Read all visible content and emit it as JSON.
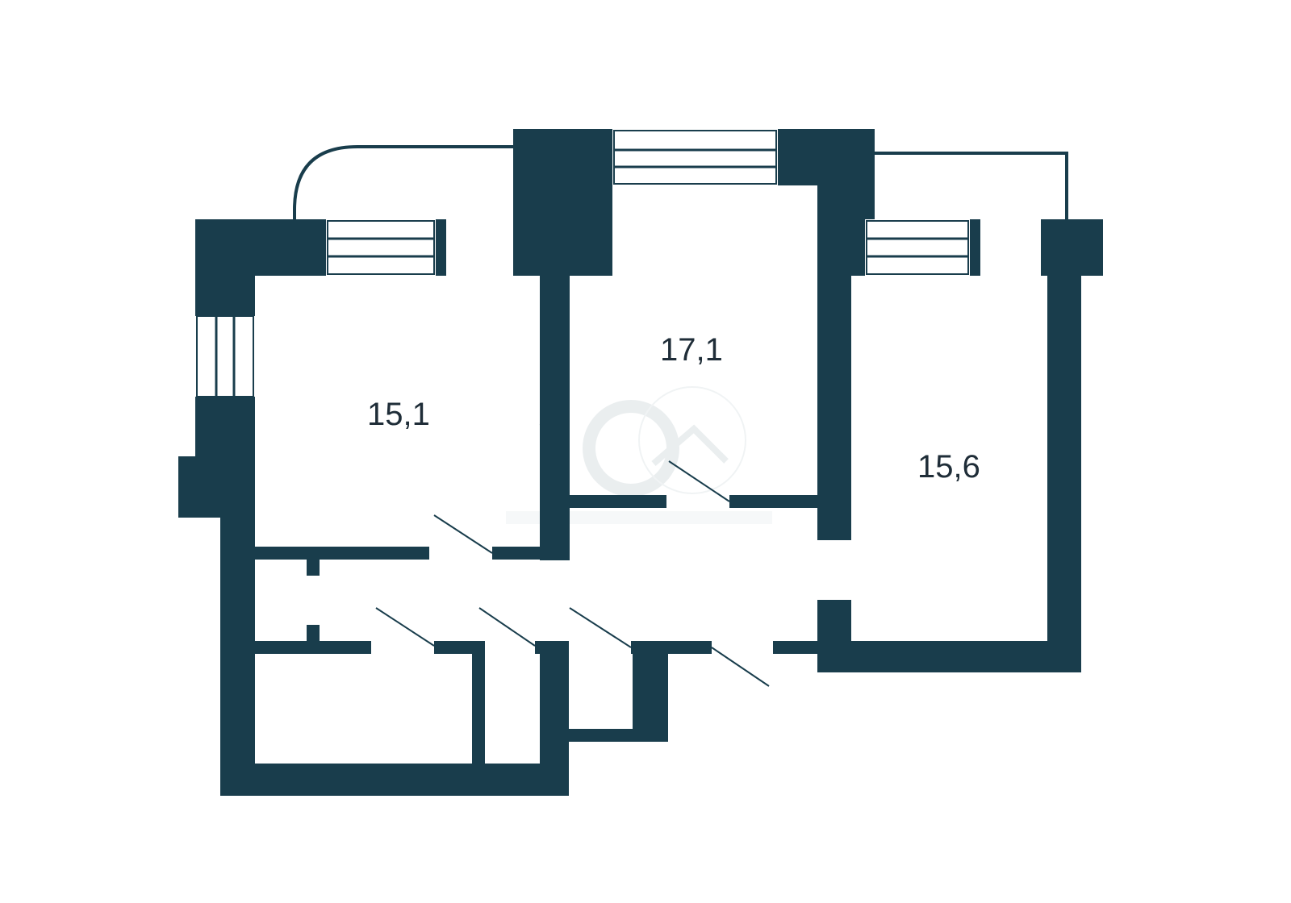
{
  "plan": {
    "wall_color": "#193d4c",
    "background": "#ffffff",
    "rooms": [
      {
        "id": "room-left",
        "area": "15,1"
      },
      {
        "id": "room-center",
        "area": "17,1"
      },
      {
        "id": "room-right",
        "area": "15,6"
      }
    ]
  }
}
